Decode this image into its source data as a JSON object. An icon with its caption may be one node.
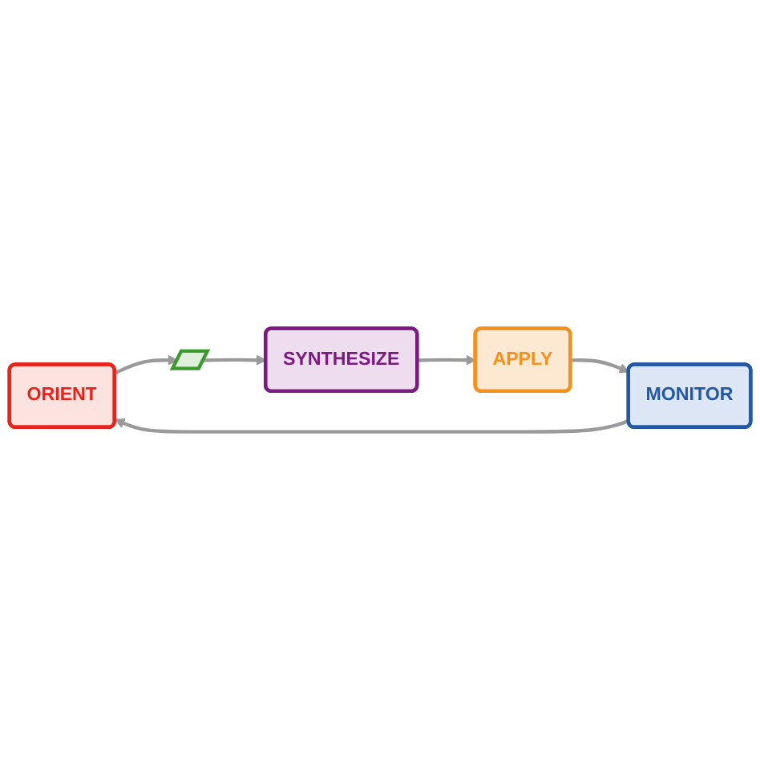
{
  "diagram": {
    "nodes": [
      {
        "text": [
          "ORIENT"
        ]
      },
      {
        "text": [],
        "shape": "blade"
      },
      {
        "text": [
          "SYNTHESIZE"
        ]
      },
      {
        "text": [
          "APPLY"
        ]
      },
      {
        "text": [
          "MONITOR"
        ]
      }
    ],
    "edges": [
      {
        "from": 0,
        "to": 1,
        "arrow": "to"
      },
      {
        "from": 1,
        "to": 2,
        "arrow": "to"
      },
      {
        "from": 2,
        "to": 3,
        "arrow": "to"
      },
      {
        "from": 3,
        "to": 4,
        "arrow": "to"
      },
      {
        "from": 4,
        "to": 0,
        "arrow": "to"
      }
    ]
  }
}
